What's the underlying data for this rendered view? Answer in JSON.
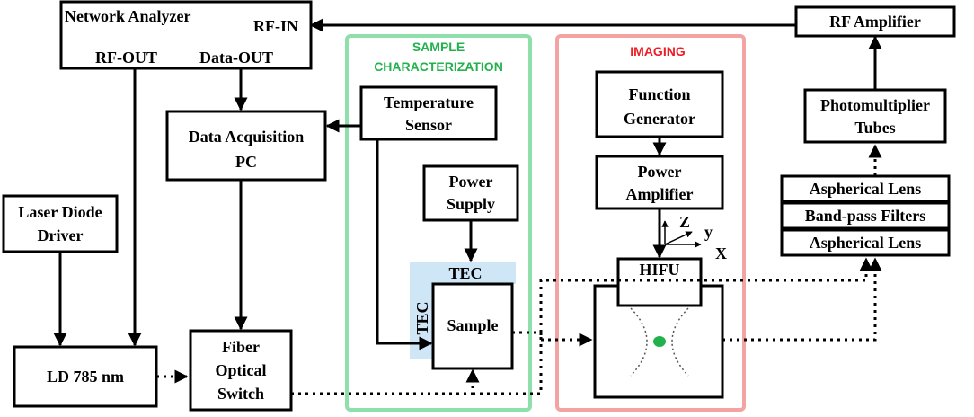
{
  "groups": {
    "sample_characterization": {
      "line1": "SAMPLE",
      "line2": "CHARACTERIZATION",
      "color": "#22b14c",
      "border": "#8fdfaa"
    },
    "imaging": {
      "line1": "IMAGING",
      "color": "#ee1c24",
      "border": "#f4a3a3"
    }
  },
  "boxes": {
    "network_analyzer": {
      "title": "Network Analyzer",
      "rf_in": "RF-IN",
      "rf_out": "RF-OUT",
      "data_out": "Data-OUT"
    },
    "rf_amplifier": {
      "label": "RF Amplifier"
    },
    "data_acquisition": {
      "line1": "Data Acquisition",
      "line2": "PC"
    },
    "temperature_sensor": {
      "line1": "Temperature",
      "line2": "Sensor"
    },
    "power_supply": {
      "line1": "Power",
      "line2": "Supply"
    },
    "tec_top": {
      "label": "TEC"
    },
    "tec_side": {
      "label": "TEC"
    },
    "sample": {
      "label": "Sample"
    },
    "function_generator": {
      "line1": "Function",
      "line2": "Generator"
    },
    "power_amplifier": {
      "line1": "Power",
      "line2": "Amplifier"
    },
    "hifu": {
      "label": "HIFU"
    },
    "photomultiplier": {
      "line1": "Photomultiplier",
      "line2": "Tubes"
    },
    "aspherical_lens_top": {
      "label": "Aspherical Lens"
    },
    "bandpass_filters": {
      "label": "Band-pass Filters"
    },
    "aspherical_lens_bottom": {
      "label": "Aspherical Lens"
    },
    "laser_diode_driver": {
      "line1": "Laser Diode",
      "line2": "Driver"
    },
    "ld_785": {
      "label": "LD 785 nm"
    },
    "fiber_switch": {
      "line1": "Fiber",
      "line2": "Optical",
      "line3": "Switch"
    }
  },
  "axes": {
    "z": "Z",
    "y": "y",
    "x": "X"
  },
  "colors": {
    "focal_spot": "#22b14c",
    "tec_fill": "#cfe6f7"
  }
}
